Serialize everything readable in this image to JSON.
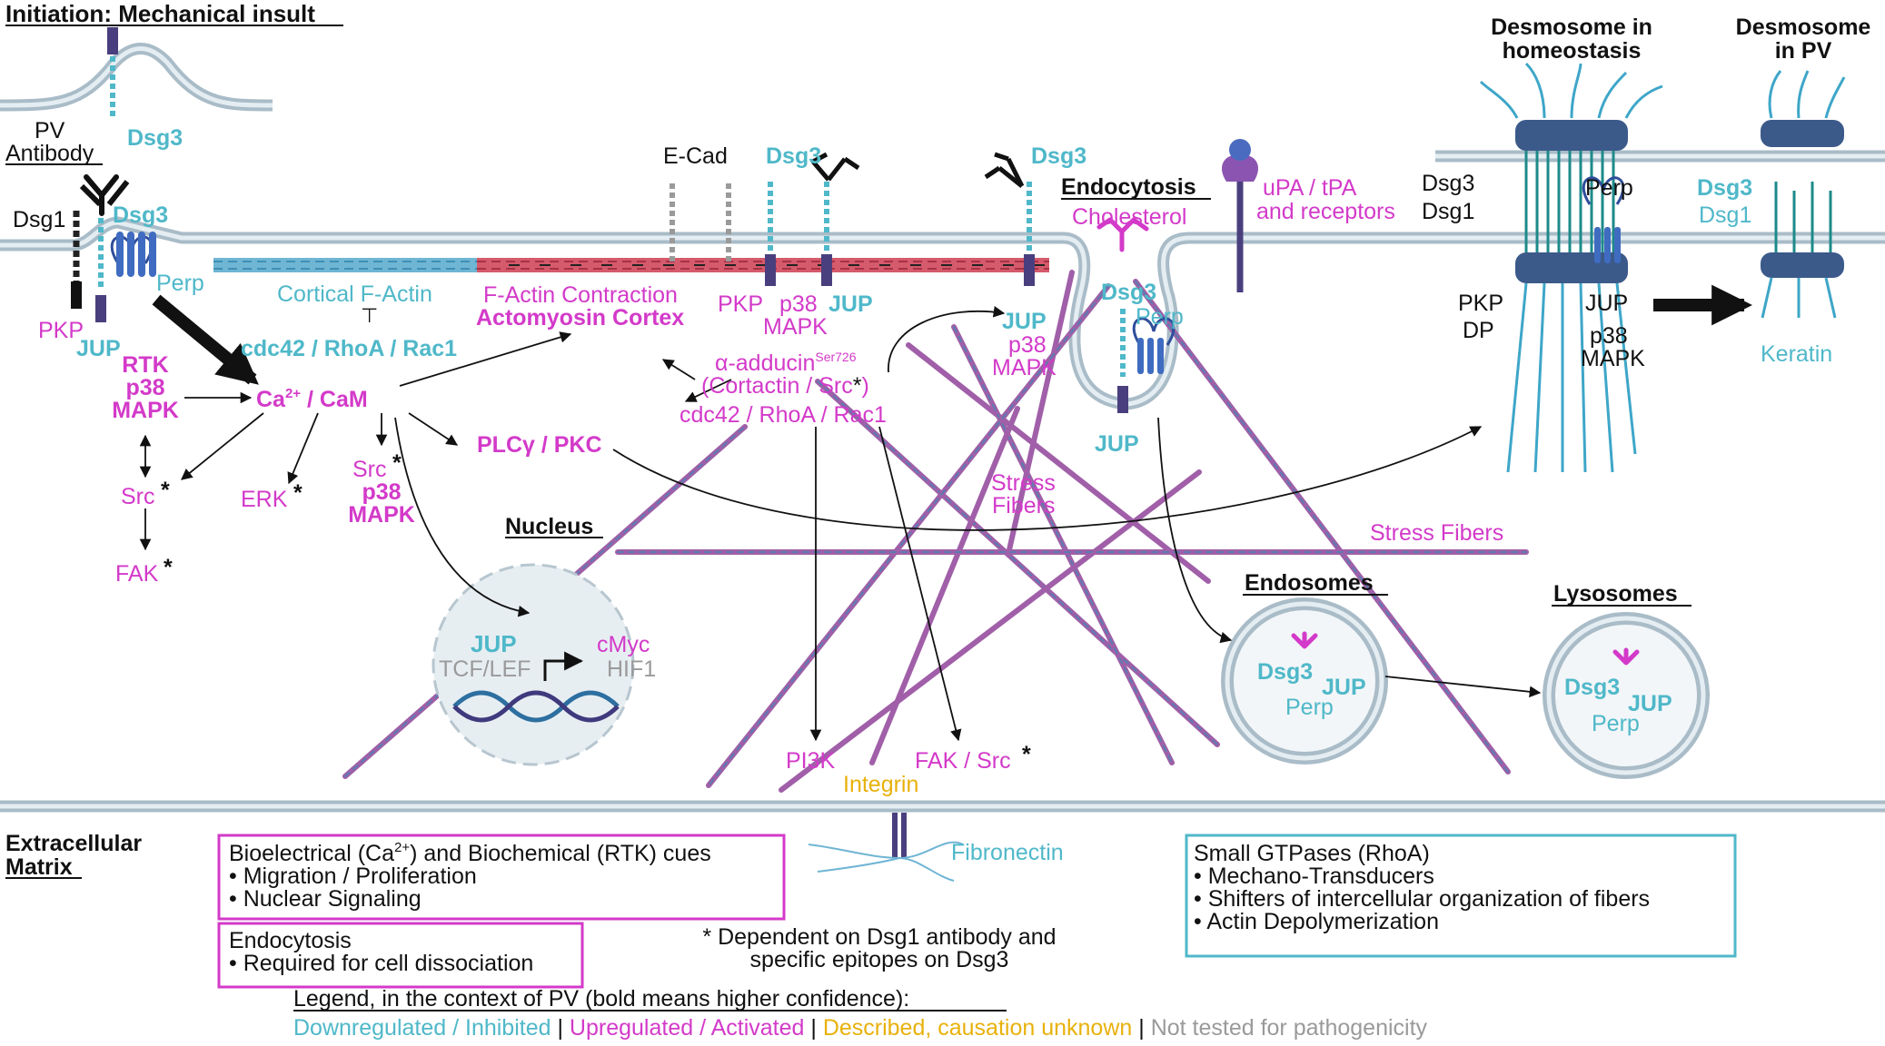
{
  "colors": {
    "down": "#4fb8c9",
    "up": "#d33ac9",
    "described": "#e8b10c",
    "untested": "#9a9a9a",
    "membrane": "#a9bcc8"
  },
  "header": {
    "initiation": "Initiation: Mechanical insult",
    "desmo_home_1": "Desmosome in",
    "desmo_home_2": "homeostasis",
    "desmo_pv_1": "Desmosome",
    "desmo_pv_2": "in PV"
  },
  "left": {
    "dsg3_top": "Dsg3",
    "pv": "PV",
    "antibody": "Antibody",
    "dsg1": "Dsg1",
    "dsg3": "Dsg3",
    "perp": "Perp",
    "pkp": "PKP",
    "jup": "JUP",
    "rtk": "RTK",
    "p38": "p38",
    "mapk": "MAPK",
    "src": "Src",
    "fak": "FAK",
    "erk": "ERK",
    "star": "*"
  },
  "cortex": {
    "cortical_factin": "Cortical F-Actin",
    "inhibit": "⊤",
    "gtpases": "cdc42 / RhoA / Rac1",
    "factin_contraction": "F-Actin Contraction",
    "actomyosin": "Actomyosin Cortex",
    "ecad": "E-Cad",
    "dsg3": "Dsg3",
    "pkp": "PKP",
    "p38": "p38",
    "mapk": "MAPK",
    "jup": "JUP"
  },
  "center": {
    "ca_cam": "Ca",
    "ca_sup": "2+",
    "cam": " / CaM",
    "src": "Src",
    "star": "*",
    "p38": "p38",
    "mapk": "MAPK",
    "plc": "PLCγ / PKC",
    "adducin": "α-adducin",
    "adducin_sup": "Ser726",
    "cortactin": "(Cortactin / Src",
    "cortactin_end": ")",
    "gtpases": "cdc42 / RhoA / Rac1",
    "jup": "JUP",
    "mapk2": "MAPK",
    "dsg3": "Dsg3",
    "stress1": "Stress",
    "stress2": "Fibers"
  },
  "nucleus": {
    "title": "Nucleus",
    "jup": "JUP",
    "tcf": "TCF/LEF",
    "cmyc": "cMyc",
    "hif": "HIF1"
  },
  "endocytosis": {
    "title": "Endocytosis",
    "cholesterol": "Cholesterol",
    "dsg3": "Dsg3",
    "perp": "Perp",
    "jup": "JUP",
    "upa1": "uPA / tPA",
    "upa2": "and receptors"
  },
  "desmosome": {
    "dsg3": "Dsg3",
    "dsg1": "Dsg1",
    "perp": "Perp",
    "pkp": "PKP",
    "dp": "DP",
    "jup": "JUP",
    "p38": "p38",
    "mapk": "MAPK",
    "pv_dsg3": "Dsg3",
    "pv_dsg1": "Dsg1",
    "keratin": "Keratin",
    "stress_fibers": "Stress Fibers"
  },
  "vesicles": {
    "endosomes": "Endosomes",
    "lysosomes": "Lysosomes",
    "dsg3": "Dsg3",
    "jup": "JUP",
    "perp": "Perp"
  },
  "bottom": {
    "pi3k": "PI3K",
    "fak_src": "FAK / Src",
    "star": "*",
    "integrin": "Integrin",
    "fibronectin": "Fibronectin",
    "ecm1": "Extracellular",
    "ecm2": "Matrix"
  },
  "boxes": {
    "bio_title_a": "Bioelectrical (Ca",
    "bio_title_sup": "2+",
    "bio_title_b": ") and Biochemical (RTK) cues",
    "bio_1": "• Migration / Proliferation",
    "bio_2": "• Nuclear Signaling",
    "endo_title": "Endocytosis",
    "endo_1": "• Required for cell dissociation",
    "note_1": "* Dependent on Dsg1 antibody and",
    "note_2": "specific epitopes on Dsg3",
    "gtp_title": "Small GTPases (RhoA)",
    "gtp_1": "• Mechano-Transducers",
    "gtp_2": "• Shifters of intercellular organization of fibers",
    "gtp_3": "• Actin Depolymerization"
  },
  "legend": {
    "title": "Legend, in the context of PV (bold means higher confidence):",
    "down": "Downregulated / Inhibited",
    "sep": " | ",
    "up": "Upregulated / Activated",
    "described": "Described, causation unknown",
    "untested": "Not tested for pathogenicity"
  }
}
